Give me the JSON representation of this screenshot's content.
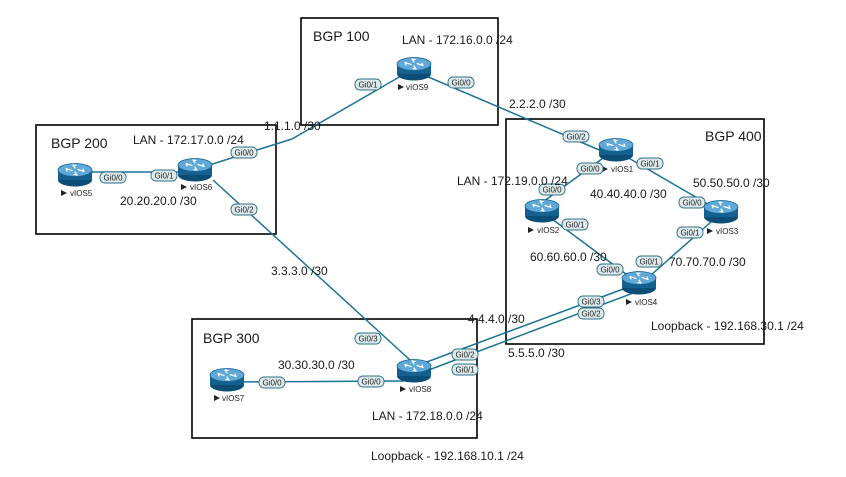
{
  "colors": {
    "link": "#1c7396",
    "router_top": "#5fa8d8",
    "router_body": "#14608f",
    "router_dark": "#0c4d75",
    "box": "#000000",
    "iface_fill": "#dde9ea",
    "iface_stroke": "#2f6f86"
  },
  "icons": {
    "router": "router-icon",
    "play": "play-triangle-icon"
  },
  "as_boxes": [
    {
      "id": "bgp100",
      "label": "BGP 100"
    },
    {
      "id": "bgp200",
      "label": "BGP 200"
    },
    {
      "id": "bgp300",
      "label": "BGP 300"
    },
    {
      "id": "bgp400",
      "label": "BGP 400"
    }
  ],
  "routers": [
    {
      "id": "vios9",
      "name": "vIOS9"
    },
    {
      "id": "vios5",
      "name": "vIOS5"
    },
    {
      "id": "vios6",
      "name": "vIOS6"
    },
    {
      "id": "vios1",
      "name": "vIOS1"
    },
    {
      "id": "vios2",
      "name": "vIOS2"
    },
    {
      "id": "vios3",
      "name": "vIOS3"
    },
    {
      "id": "vios4",
      "name": "vIOS4"
    },
    {
      "id": "vios7",
      "name": "vIOS7"
    },
    {
      "id": "vios8",
      "name": "vIOS8"
    }
  ],
  "interfaces": [
    {
      "id": "vios9_gi01",
      "label": "Gi0/1"
    },
    {
      "id": "vios9_gi00",
      "label": "Gi0/0"
    },
    {
      "id": "vios5_gi00",
      "label": "Gi0/0"
    },
    {
      "id": "vios6_gi01",
      "label": "Gi0/1"
    },
    {
      "id": "vios6_gi00",
      "label": "Gi0/0"
    },
    {
      "id": "vios6_gi02",
      "label": "Gi0/2"
    },
    {
      "id": "vios1_gi02",
      "label": "Gi0/2"
    },
    {
      "id": "vios1_gi00",
      "label": "Gi0/0"
    },
    {
      "id": "vios1_gi01",
      "label": "Gi0/1"
    },
    {
      "id": "vios2_gi00",
      "label": "Gi0/0"
    },
    {
      "id": "vios2_gi01",
      "label": "Gi0/1"
    },
    {
      "id": "vios3_gi00",
      "label": "Gi0/0"
    },
    {
      "id": "vios3_gi01",
      "label": "Gi0/1"
    },
    {
      "id": "vios4_gi00",
      "label": "Gi0/0"
    },
    {
      "id": "vios4_gi01",
      "label": "Gi0/1"
    },
    {
      "id": "vios4_gi03",
      "label": "Gi0/3"
    },
    {
      "id": "vios4_gi02",
      "label": "Gi0/2"
    },
    {
      "id": "vios8_gi03",
      "label": "Gi0/3"
    },
    {
      "id": "vios8_gi02",
      "label": "Gi0/2"
    },
    {
      "id": "vios8_gi01",
      "label": "Gi0/1"
    },
    {
      "id": "vios8_gi00",
      "label": "Gi0/0"
    },
    {
      "id": "vios7_gi00",
      "label": "Gi0/0"
    }
  ],
  "network_labels": [
    {
      "id": "lan9",
      "text": "LAN - 172.16.0.0 /24"
    },
    {
      "id": "lan6",
      "text": "LAN - 172.17.0.0 /24"
    },
    {
      "id": "lan2",
      "text": "LAN - 172.19.0.0 /24"
    },
    {
      "id": "lan8",
      "text": "LAN - 172.18.0.0 /24"
    },
    {
      "id": "n1111",
      "text": "1.1.1.0 /30"
    },
    {
      "id": "n2222",
      "text": "2.2.2.0 /30"
    },
    {
      "id": "n3333",
      "text": "3.3.3.0 /30"
    },
    {
      "id": "n4444",
      "text": "4.4.4.0 /30"
    },
    {
      "id": "n5555",
      "text": "5.5.5.0 /30"
    },
    {
      "id": "n2020",
      "text": "20.20.20.0 /30"
    },
    {
      "id": "n3030",
      "text": "30.30.30.0 /30"
    },
    {
      "id": "n4040",
      "text": "40.40.40.0 /30"
    },
    {
      "id": "n5050",
      "text": "50.50.50.0 /30"
    },
    {
      "id": "n6060",
      "text": "60.60.60.0 /30"
    },
    {
      "id": "n7070",
      "text": "70.70.70.0 /30"
    },
    {
      "id": "lo30",
      "text": "Loopback - 192.168.30.1 /24"
    },
    {
      "id": "lo10",
      "text": "Loopback - 192.168.10.1 /24"
    }
  ]
}
